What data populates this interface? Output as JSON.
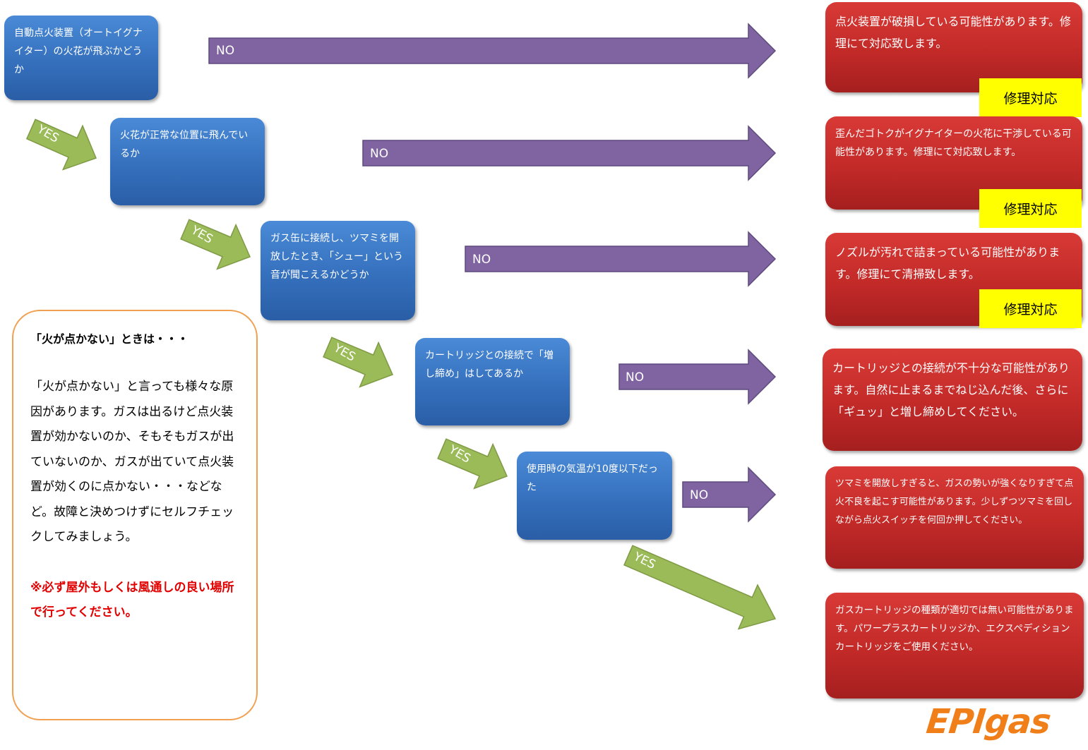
{
  "questions": [
    {
      "text": "自動点火装置（オートイグナイター）の火花が飛ぶかどうか"
    },
    {
      "text": "火花が正常な位置に飛んでいるか"
    },
    {
      "text": "ガス缶に接続し、ツマミを開放したとき、「シュー」という音が聞こえるかどうか"
    },
    {
      "text": "カートリッジとの接続で「増し締め」はしてあるか"
    },
    {
      "text": "使用時の気温が10度以下だった"
    }
  ],
  "results": [
    {
      "text": "点火装置が破損している可能性があります。修理にて対応致します。",
      "tag": "修理対応"
    },
    {
      "text": "歪んだゴトクがイグナイターの火花に干渉している可能性があります。修理にて対応致します。",
      "tag": "修理対応"
    },
    {
      "text": "ノズルが汚れで詰まっている可能性があります。修理にて清掃致します。",
      "tag": "修理対応"
    },
    {
      "text": "カートリッジとの接続が不十分な可能性があります。自然に止まるまでねじ込んだ後、さらに「ギュッ」と増し締めしてください。"
    },
    {
      "text": "ツマミを開放しすぎると、ガスの勢いが強くなりすぎて点火不良を起こす可能性があります。少しずつツマミを回しながら点火スイッチを何回か押してください。"
    },
    {
      "text": "ガスカートリッジの種類が適切では無い可能性があります。パワープラスカートリッジか、エクスペディションカートリッジをご使用ください。"
    }
  ],
  "labels": {
    "no": "NO",
    "yes": "YES"
  },
  "info": {
    "title": "「火が点かない」ときは・・・",
    "body": "「火が点かない」と言っても様々な原因があります。ガスは出るけど点火装置が効かないのか、そもそもガスが出ていないのか、ガスが出ていて点火装置が効くのに点かない・・・などなど。故障と決めつけずにセルフチェックしてみましょう。",
    "warning": "※必ず屋外もしくは風通しの良い場所で行ってください。"
  },
  "logo": "EPIgas",
  "colors": {
    "question": "#3a78c7",
    "result": "#c22a28",
    "no_arrow": "#8064a2",
    "yes_arrow": "#9bbb59",
    "tag": "#ffff00",
    "warning": "#e00000",
    "logo": "#f07f1a",
    "info_border": "#f0a050"
  }
}
